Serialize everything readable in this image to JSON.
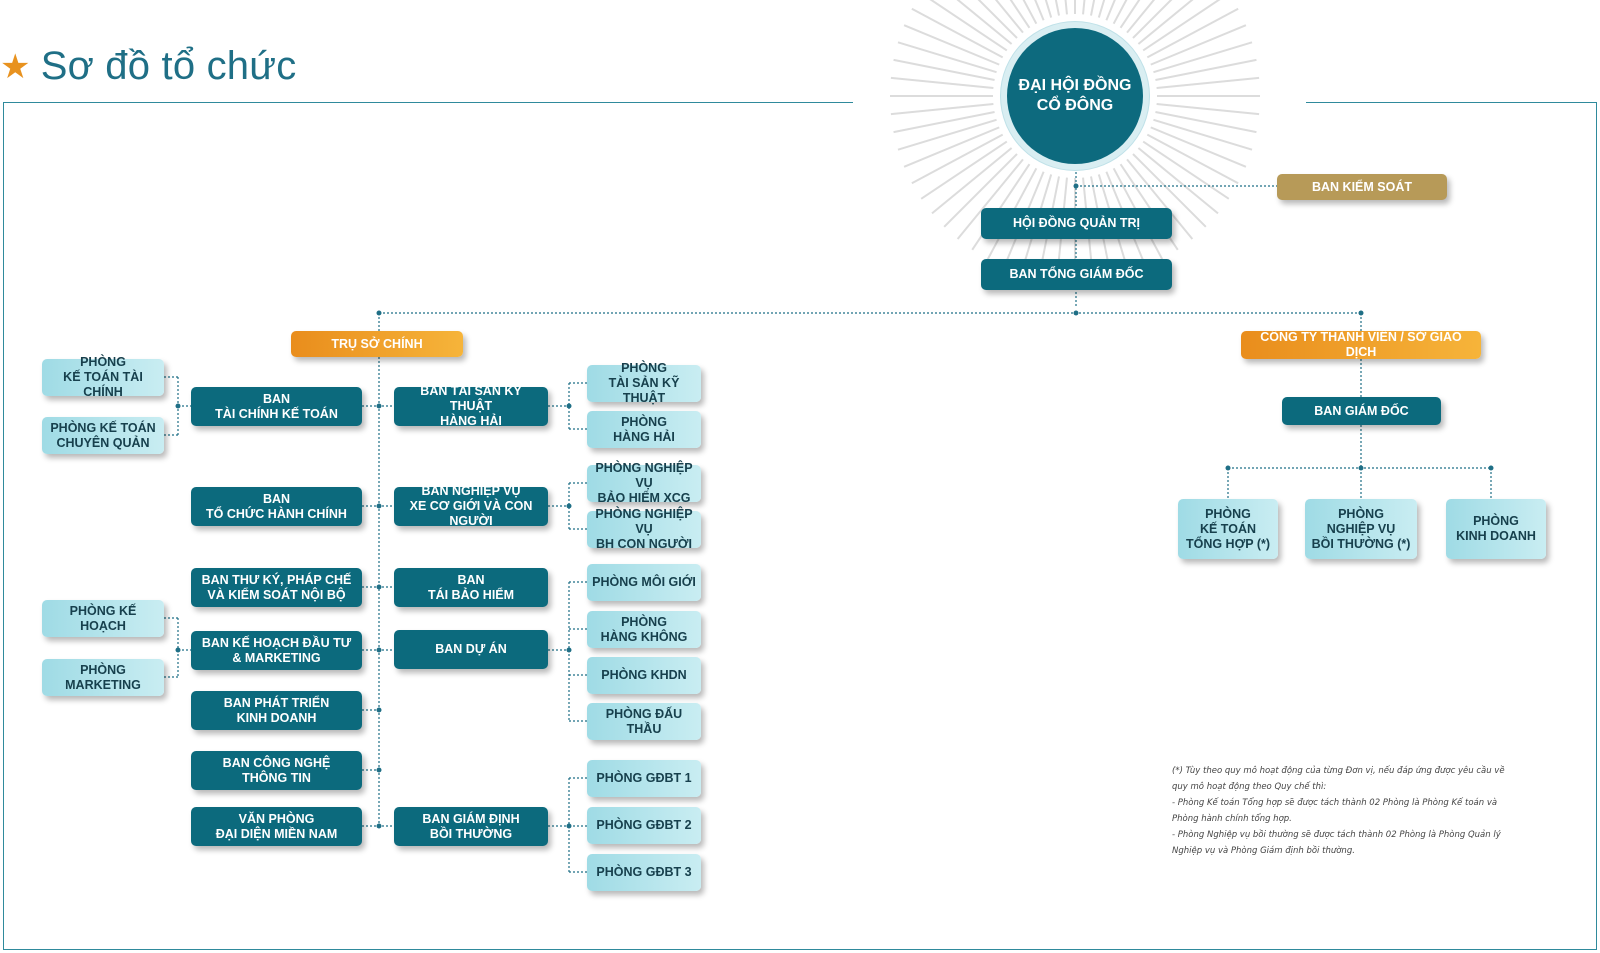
{
  "title": "Sơ đồ tổ chức",
  "top": {
    "shareholders": "ĐẠI HỘI ĐỒNG\nCỔ ĐÔNG",
    "supervisory": "BAN KIỂM SOÁT",
    "board": "HỘI ĐỒNG QUẢN TRỊ",
    "ceo": "BAN TỔNG GIÁM ĐỐC"
  },
  "hq": {
    "title": "TRỤ SỞ CHÍNH",
    "far_left": [
      "PHÒNG\nKẾ TOÁN TÀI CHÍNH",
      "PHÒNG KẾ TOÁN\nCHUYÊN QUẢN",
      "PHÒNG KẾ HOẠCH",
      "PHÒNG\nMARKETING"
    ],
    "left_col": [
      "BAN\nTÀI CHÍNH KẾ TOÁN",
      "BAN\nTỔ CHỨC HÀNH CHÍNH",
      "BAN THƯ KÝ, PHÁP CHẾ\nVÀ KIỂM SOÁT NỘI BỘ",
      "BAN KẾ HOẠCH ĐẦU TƯ\n& MARKETING",
      "BAN PHÁT TRIỂN\nKINH DOANH",
      "BAN CÔNG NGHỆ\nTHÔNG TIN",
      "VĂN PHÒNG\nĐẠI DIỆN MIỀN NAM"
    ],
    "right_col": [
      "BAN TÀI SẢN KỸ THUẬT\nHÀNG HẢI",
      "BAN NGHIỆP VỤ\nXE CƠ GIỚI VÀ CON NGƯỜI",
      "BAN\nTÁI BẢO HIỂM",
      "BAN DỰ ÁN",
      "BAN GIÁM ĐỊNH\nBỒI THƯỜNG"
    ],
    "far_right": [
      "PHÒNG\nTÀI SẢN KỸ THUẬT",
      "PHÒNG\nHÀNG HẢI",
      "PHÒNG NGHIỆP VỤ\nBẢO HIỂM XCG",
      "PHÒNG NGHIỆP VỤ\nBH CON NGƯỜI",
      "PHÒNG MÔI GIỚI",
      "PHÒNG\nHÀNG KHÔNG",
      "PHÒNG KHDN",
      "PHÒNG ĐẤU THẦU",
      "PHÒNG GĐBT 1",
      "PHÒNG GĐBT 2",
      "PHÒNG GĐBT 3"
    ]
  },
  "branch": {
    "title": "CÔNG TY THÀNH VIÊN / SỞ GIAO DỊCH",
    "director": "BAN GIÁM ĐỐC",
    "depts": [
      "PHÒNG\nKẾ TOÁN\nTỔNG HỢP (*)",
      "PHÒNG\nNGHIỆP VỤ\nBỒI THƯỜNG (*)",
      "PHÒNG\nKINH DOANH"
    ]
  },
  "note": [
    "(*) Tùy theo quy mô hoạt động của từng Đơn vị, nếu đáp ứng được yêu cầu về quy mô hoạt động theo Quy chế thì:",
    "- Phòng Kế toán Tổng hợp sẽ được tách thành 02 Phòng là Phòng Kế toán và Phòng hành chính tổng hợp.",
    "- Phòng Nghiệp vụ bồi thường sẽ được tách thành 02 Phòng là Phòng Quản lý Nghiệp vụ và Phòng Giám định bồi thường."
  ],
  "colors": {
    "dark_teal": "#0c6a7d",
    "light_teal": "#9fdbe5",
    "orange": "#f0a02a",
    "gold": "#b79a58",
    "title": "#1f6f86",
    "star": "#e8921f"
  }
}
